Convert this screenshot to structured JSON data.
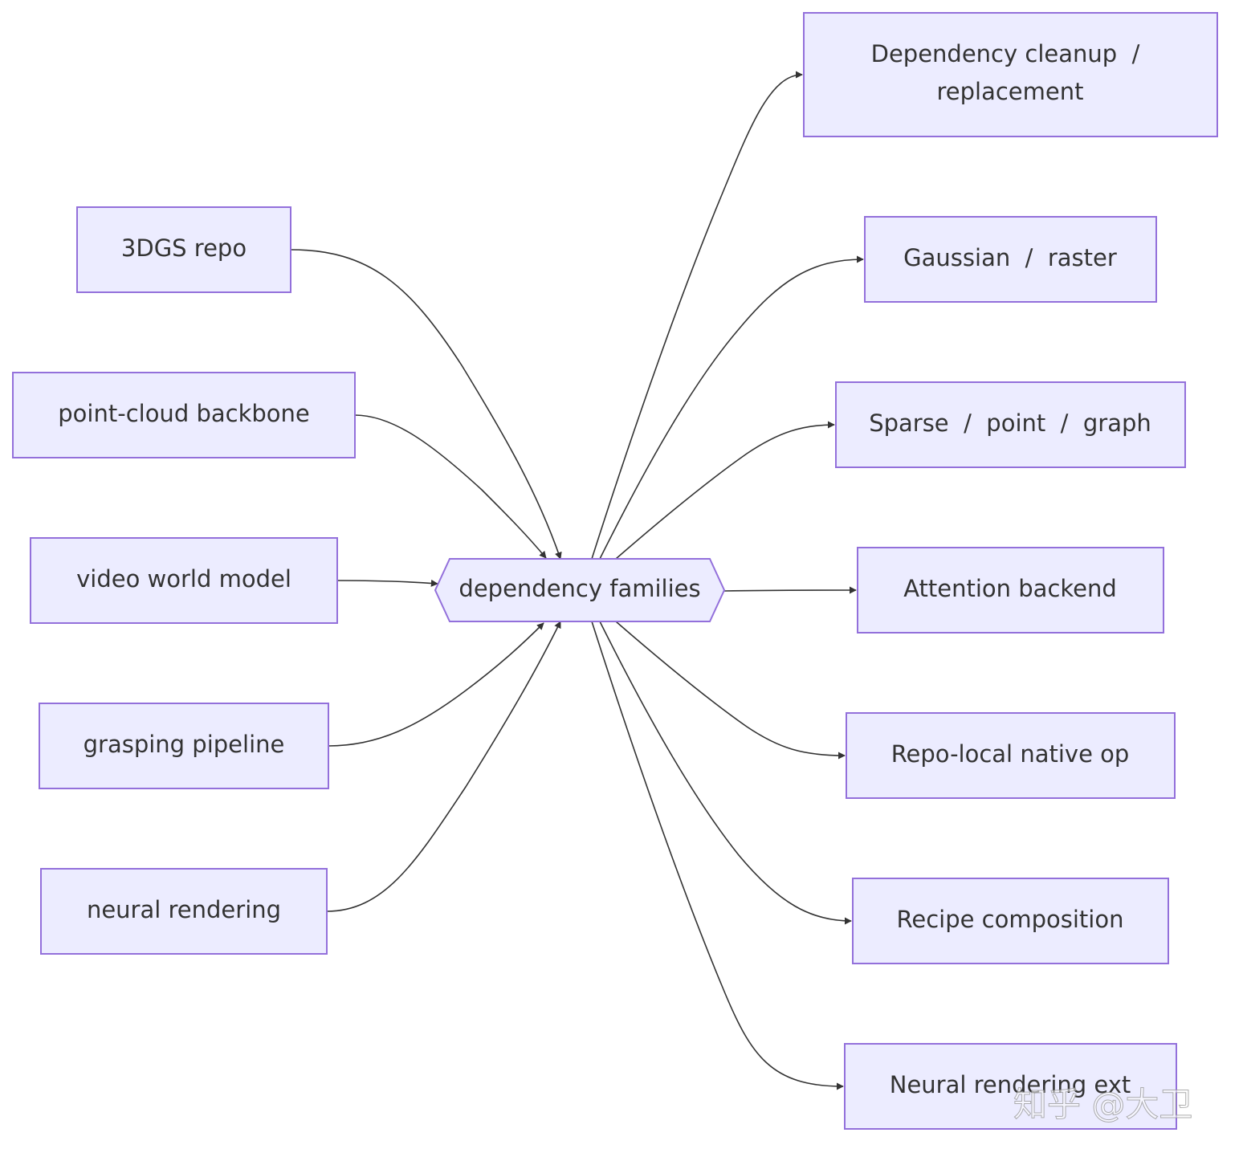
{
  "hub": {
    "label": "dependency families"
  },
  "inputs": [
    {
      "label": "3DGS repo"
    },
    {
      "label": "point-cloud backbone"
    },
    {
      "label": "video world model"
    },
    {
      "label": "grasping pipeline"
    },
    {
      "label": "neural rendering"
    }
  ],
  "outputs": [
    {
      "label_line1": "Dependency cleanup  /",
      "label_line2": "replacement"
    },
    {
      "label": "Gaussian  /  raster"
    },
    {
      "label": "Sparse  /  point  /  graph"
    },
    {
      "label": "Attention backend"
    },
    {
      "label": "Repo-local native op"
    },
    {
      "label": "Recipe composition"
    },
    {
      "label": "Neural rendering ext"
    }
  ],
  "colors": {
    "node_fill": "#ececff",
    "node_stroke": "#9370db",
    "edge": "#333333",
    "text": "#333333"
  },
  "watermark": {
    "text": "知乎 @大卫"
  }
}
